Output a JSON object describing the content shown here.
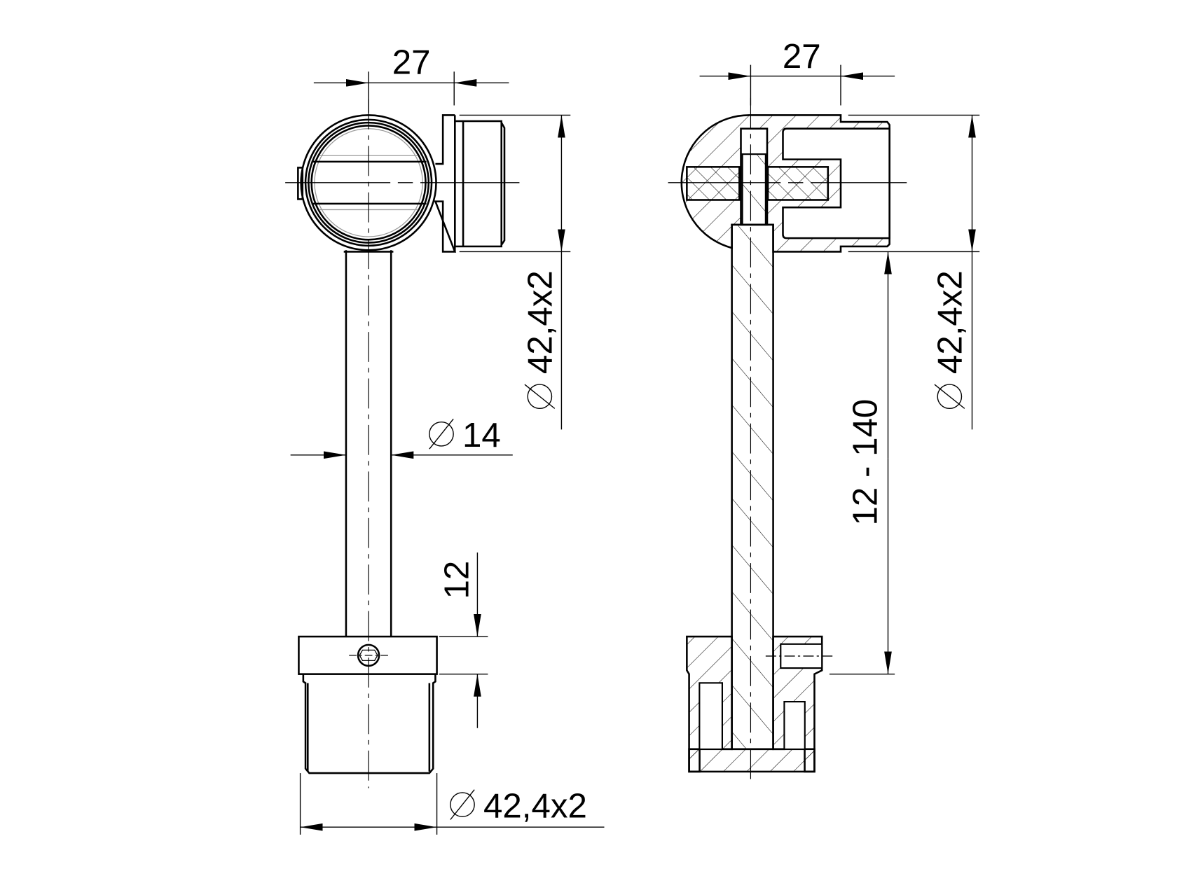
{
  "drawing": {
    "left_view": {
      "width_dim": "27",
      "tube_diameter_dim": "42,4x2",
      "rod_diameter_dim": "14",
      "clamp_height_dim": "12",
      "bottom_tube_diameter_dim": "42,4x2"
    },
    "right_view": {
      "width_dim": "27",
      "tube_diameter_dim": "42,4x2",
      "length_range_dim": "12 - 140"
    },
    "icons": {
      "diameter_symbol": "diameter-icon"
    },
    "colors": {
      "line": "#000000",
      "background": "#ffffff"
    }
  }
}
